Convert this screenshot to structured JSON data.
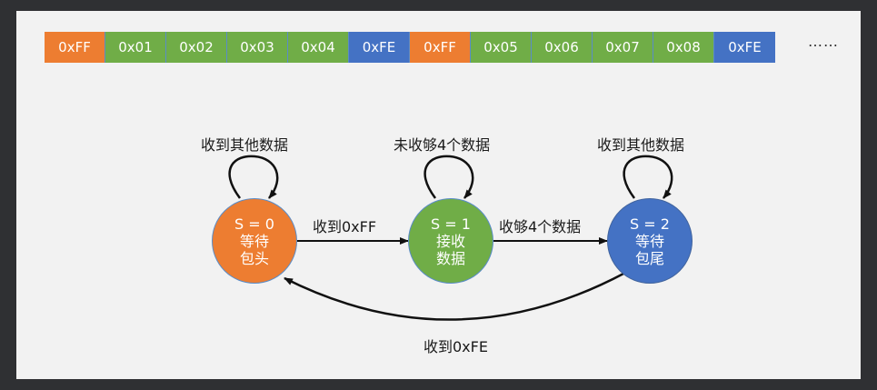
{
  "byte_stream": [
    {
      "text": "0xFF",
      "color": "#ed7d31"
    },
    {
      "text": "0x01",
      "color": "#70ad47"
    },
    {
      "text": "0x02",
      "color": "#70ad47"
    },
    {
      "text": "0x03",
      "color": "#70ad47"
    },
    {
      "text": "0x04",
      "color": "#70ad47"
    },
    {
      "text": "0xFE",
      "color": "#4472c4"
    },
    {
      "text": "0xFF",
      "color": "#ed7d31"
    },
    {
      "text": "0x05",
      "color": "#70ad47"
    },
    {
      "text": "0x06",
      "color": "#70ad47"
    },
    {
      "text": "0x07",
      "color": "#70ad47"
    },
    {
      "text": "0x08",
      "color": "#70ad47"
    },
    {
      "text": "0xFE",
      "color": "#4472c4"
    }
  ],
  "ellipsis": "……",
  "states": [
    {
      "id": "S = 0",
      "line1": "等待",
      "line2": "包头",
      "color": "#ed7d31"
    },
    {
      "id": "S = 1",
      "line1": "接收",
      "line2": "数据",
      "color": "#70ad47"
    },
    {
      "id": "S = 2",
      "line1": "等待",
      "line2": "包尾",
      "color": "#4472c4"
    }
  ],
  "transitions": {
    "s0_self": "收到其他数据",
    "s1_self": "未收够4个数据",
    "s2_self": "收到其他数据",
    "s0_to_s1": "收到0xFF",
    "s1_to_s2": "收够4个数据",
    "s2_to_s0": "收到0xFE"
  }
}
